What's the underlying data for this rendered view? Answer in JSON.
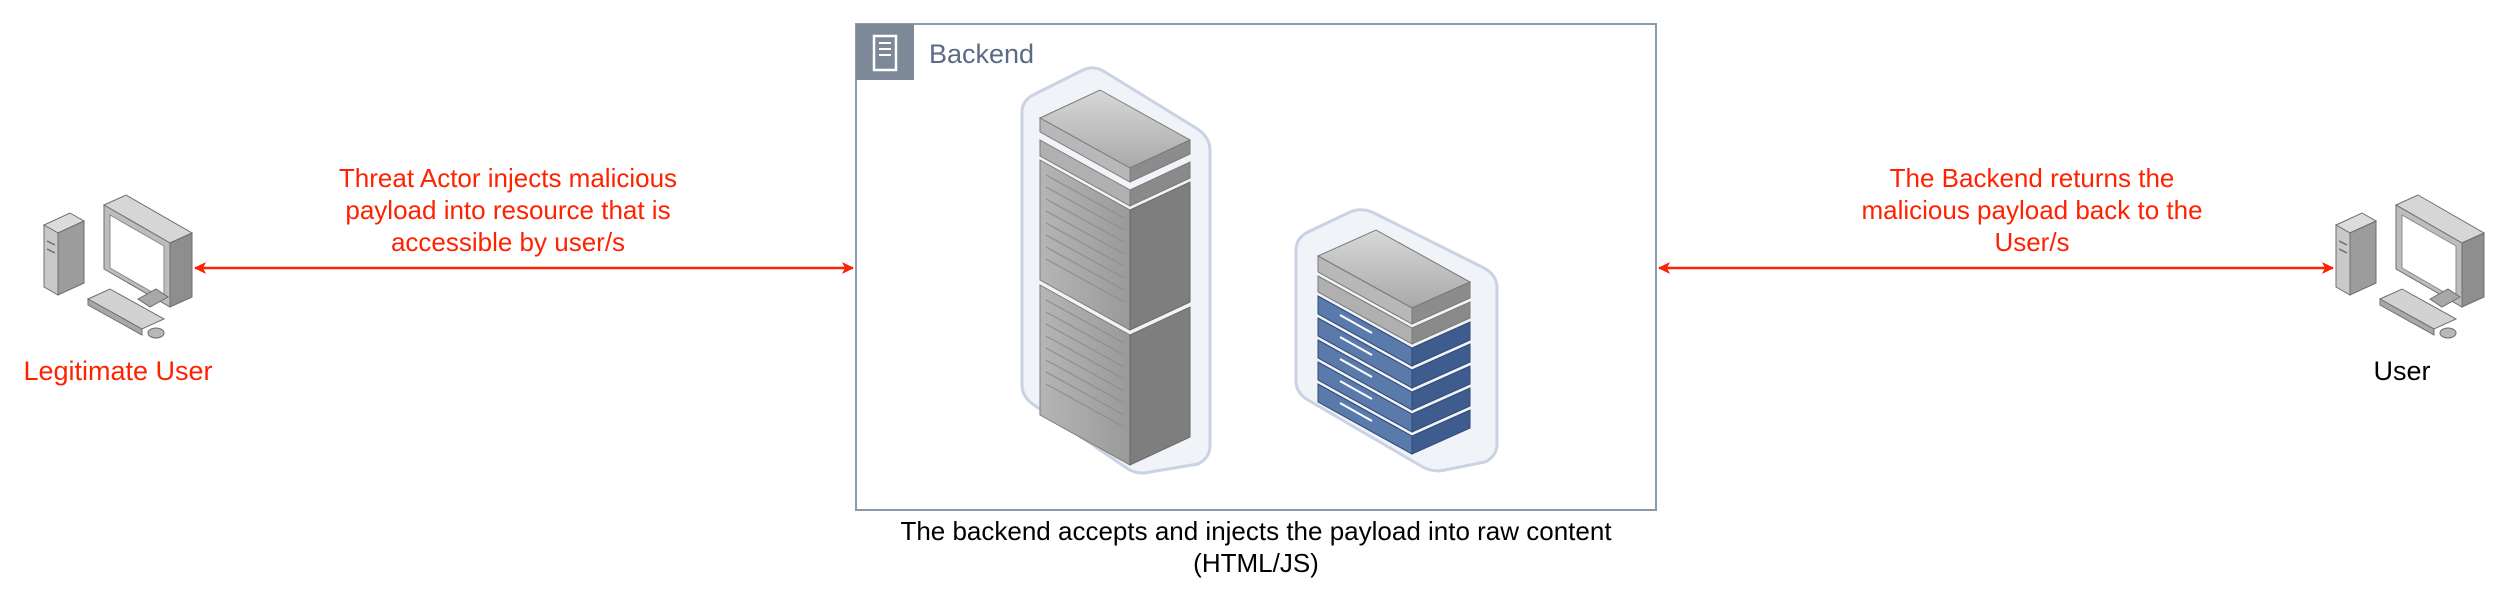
{
  "backend_group": {
    "title": "Backend",
    "caption_line1": "The backend accepts and injects the payload into raw content",
    "caption_line2": "(HTML/JS)"
  },
  "left_actor": {
    "label": "Legitimate User",
    "label_color": "#ff2200"
  },
  "right_actor": {
    "label": "User",
    "label_color": "#000000"
  },
  "left_edge": {
    "label_lines": [
      "Threat Actor injects malicious",
      "payload into resource that is",
      "accessible by user/s"
    ],
    "color": "#ff2200"
  },
  "right_edge": {
    "label_lines": [
      "The Backend returns the",
      "malicious payload back to the",
      "User/s"
    ],
    "color": "#ff2200"
  },
  "colors": {
    "group_border": "#8a9bb0",
    "group_title": "#5a6b86",
    "group_icon_bg": "#7d8998",
    "server_blue": "#4a6a9a"
  },
  "icons": {
    "group": "server-group-icon",
    "desktop": "desktop-computer-icon",
    "rack": "server-rack-icon"
  }
}
